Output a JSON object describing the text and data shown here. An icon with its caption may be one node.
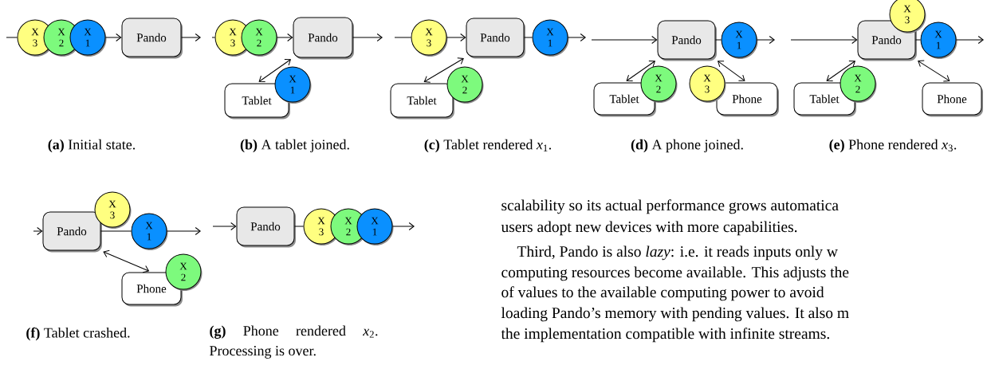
{
  "diagram": {
    "nodes": [
      {
        "text": [
          "X 3"
        ]
      },
      {
        "text": [
          "X 2"
        ]
      },
      {
        "text": [
          "X 1"
        ]
      },
      {
        "text": [
          "Pando"
        ]
      },
      {
        "text": [
          "X 3"
        ]
      },
      {
        "text": [
          "X 2"
        ]
      },
      {
        "text": [
          "Pando"
        ]
      },
      {
        "text": [
          "Tablet"
        ]
      },
      {
        "text": [
          "X 1"
        ]
      },
      {
        "text": [
          "X 3"
        ]
      },
      {
        "text": [
          "Pando"
        ]
      },
      {
        "text": [
          "X 1"
        ]
      },
      {
        "text": [
          "Tablet"
        ]
      },
      {
        "text": [
          "X 2"
        ]
      },
      {
        "text": [
          "Pando"
        ]
      },
      {
        "text": [
          "X 1"
        ]
      },
      {
        "text": [
          "Tablet"
        ]
      },
      {
        "text": [
          "X 2"
        ]
      },
      {
        "text": [
          "X 3"
        ]
      },
      {
        "text": [
          "Phone"
        ]
      },
      {
        "text": [
          "Pando"
        ]
      },
      {
        "text": [
          "X 3"
        ]
      },
      {
        "text": [
          "X 1"
        ]
      },
      {
        "text": [
          "Tablet"
        ]
      },
      {
        "text": [
          "X 2"
        ]
      },
      {
        "text": [
          "Phone"
        ]
      },
      {
        "text": [
          "Pando"
        ]
      },
      {
        "text": [
          "X 3"
        ]
      },
      {
        "text": [
          "X 1"
        ]
      },
      {
        "text": [
          "Phone"
        ]
      },
      {
        "text": [
          "X 2"
        ]
      },
      {
        "text": [
          "Pando"
        ]
      },
      {
        "text": [
          "X 3"
        ]
      },
      {
        "text": [
          "X 2"
        ]
      },
      {
        "text": [
          "X 1"
        ]
      }
    ],
    "edges": [
      {
        "from": null,
        "to": 0,
        "arrow": "none"
      },
      {
        "from": 2,
        "to": 3,
        "arrow": "to"
      },
      {
        "from": 3,
        "to": null,
        "arrow": "to"
      },
      {
        "from": null,
        "to": 4,
        "arrow": "none"
      },
      {
        "from": 5,
        "to": 6,
        "arrow": "to"
      },
      {
        "from": 6,
        "to": null,
        "arrow": "to"
      },
      {
        "from": 6,
        "to": 7,
        "arrow": "both"
      },
      {
        "from": null,
        "to": 9,
        "arrow": "none"
      },
      {
        "from": 9,
        "to": 10,
        "arrow": "to"
      },
      {
        "from": 10,
        "to": 11,
        "arrow": "none"
      },
      {
        "from": 11,
        "to": null,
        "arrow": "to"
      },
      {
        "from": 10,
        "to": 12,
        "arrow": "both"
      },
      {
        "from": null,
        "to": 14,
        "arrow": "to"
      },
      {
        "from": 14,
        "to": 15,
        "arrow": "none"
      },
      {
        "from": 15,
        "to": null,
        "arrow": "to"
      },
      {
        "from": 14,
        "to": 16,
        "arrow": "both"
      },
      {
        "from": 14,
        "to": 19,
        "arrow": "both"
      },
      {
        "from": null,
        "to": 20,
        "arrow": "to"
      },
      {
        "from": 20,
        "to": 22,
        "arrow": "none"
      },
      {
        "from": 22,
        "to": null,
        "arrow": "to"
      },
      {
        "from": 20,
        "to": 23,
        "arrow": "both"
      },
      {
        "from": 20,
        "to": 25,
        "arrow": "both"
      },
      {
        "from": null,
        "to": 26,
        "arrow": "to"
      },
      {
        "from": 26,
        "to": 28,
        "arrow": "none"
      },
      {
        "from": 28,
        "to": null,
        "arrow": "to"
      },
      {
        "from": 26,
        "to": 29,
        "arrow": "both"
      },
      {
        "from": null,
        "to": 31,
        "arrow": "to"
      },
      {
        "from": 31,
        "to": 32,
        "arrow": "none"
      },
      {
        "from": 34,
        "to": null,
        "arrow": "to"
      }
    ],
    "labels": [
      "**(a)** Initial state.",
      "**(b)** A tablet joined.",
      "**(c)** Tablet rendered *x*$_{1}$.",
      "**(d)** A phone joined.",
      "**(e)** Phone rendered *x*$_{3}$.",
      "**(f)** Tablet crashed.",
      "**(g)** Phone rendered *x*$_{2}$. Processing is over.",
      "scalability so its actual performance grows automatica",
      "users adopt new devices with more capabilities.",
      "Third, Pando is also *lazy*: i.e. it reads inputs only w",
      "computing resources become available. This adjusts the",
      "of values to the available computing power to avoid",
      "loading Pando’s memory with pending values. It also m",
      "the implementation compatible with infinite streams."
    ]
  }
}
